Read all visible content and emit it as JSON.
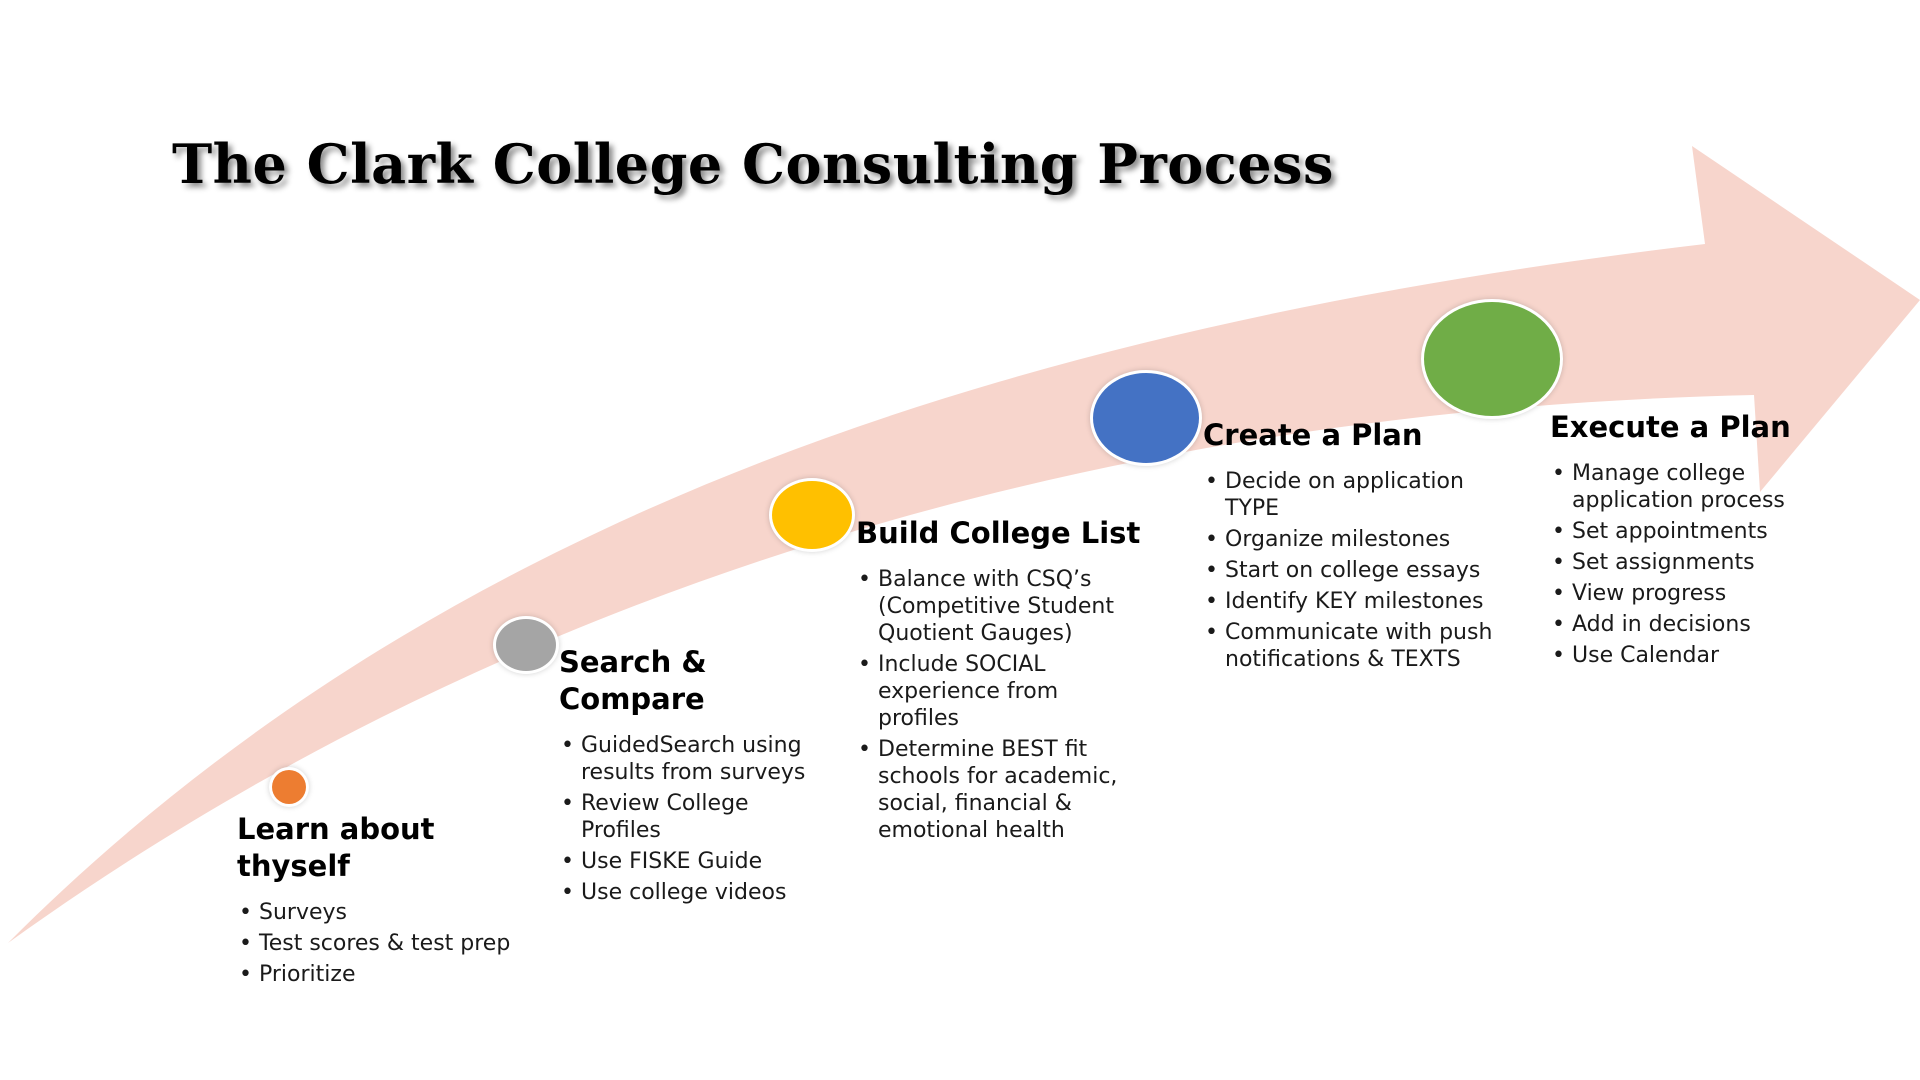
{
  "title": "The Clark College Consulting Process",
  "colors": {
    "arrow": "#f7d5cc",
    "step1": "#ed7d31",
    "step2": "#a5a5a5",
    "step3": "#ffc000",
    "step4": "#4472c4",
    "step5": "#70ad47"
  },
  "steps": [
    {
      "title": "Learn about thyself",
      "dot_icon": "orange-circle",
      "bullets": [
        "Surveys",
        "Test scores & test prep",
        "Prioritize"
      ]
    },
    {
      "title": "Search & Compare",
      "dot_icon": "gray-circle",
      "bullets": [
        "GuidedSearch using results from surveys",
        "Review College Profiles",
        "Use FISKE Guide",
        "Use college videos"
      ]
    },
    {
      "title": "Build College List",
      "dot_icon": "yellow-circle",
      "bullets": [
        "Balance with CSQ’s (Competitive Student Quotient Gauges)",
        "Include SOCIAL experience from profiles",
        "Determine BEST fit schools for academic, social, financial & emotional health"
      ]
    },
    {
      "title": "Create a Plan",
      "dot_icon": "blue-circle",
      "bullets": [
        "Decide on application TYPE",
        "Organize milestones",
        "Start on college essays",
        "Identify KEY milestones",
        "Communicate with push notifications & TEXTS"
      ]
    },
    {
      "title": "Execute a Plan",
      "dot_icon": "green-circle",
      "bullets": [
        "Manage college application process",
        "Set appointments",
        "Set assignments",
        "View progress",
        "Add in decisions",
        "Use Calendar"
      ]
    }
  ]
}
